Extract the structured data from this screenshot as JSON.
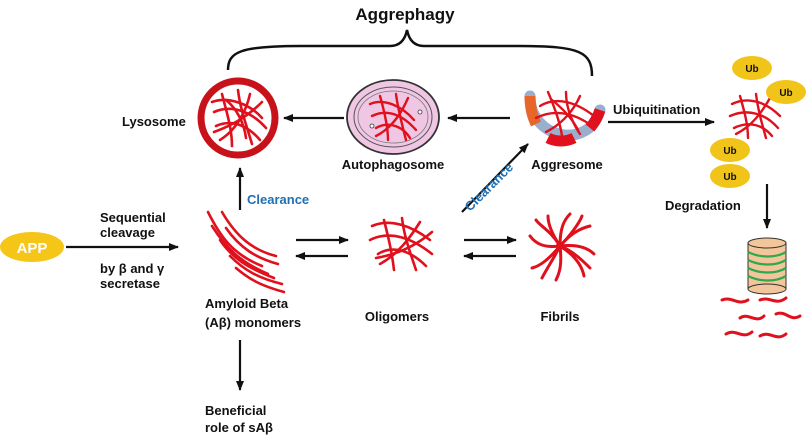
{
  "title": "Aggrephagy",
  "nodes": {
    "app": "APP",
    "lysosome": "Lysosome",
    "autophagosome": "Autophagosome",
    "aggresome": "Aggresome",
    "monomers_line1": "Amyloid  Beta",
    "monomers_line2": "(Aβ) monomers",
    "oligomers": "Oligomers",
    "fibrils": "Fibrils",
    "degradation": "Degradation",
    "beneficial_line1": "Beneficial",
    "beneficial_line2": "role of sAβ"
  },
  "edge_labels": {
    "cleavage_line1": "Sequential",
    "cleavage_line2": "cleavage",
    "cleavage_line3": "by β and γ",
    "cleavage_line4": "secretase",
    "clearance_up": "Clearance",
    "clearance_diag": "Clearance",
    "ubiquitination": "Ubiquitination"
  },
  "ub_labels": [
    "Ub",
    "Ub",
    "Ub",
    "Ub"
  ],
  "colors": {
    "fibril_red": "#e0101c",
    "app_yellow": "#f5c518",
    "ub_yellow": "#f0c419",
    "lysosome_ring": "#c8121a",
    "autophagosome_fill": "#efc6e3",
    "clearance_blue": "#1f6fb2",
    "aggresome_grey": "#9aaecd",
    "aggresome_orange": "#e8662a",
    "proteasome_green": "#2fa84f",
    "proteasome_tan": "#f3c59a"
  }
}
